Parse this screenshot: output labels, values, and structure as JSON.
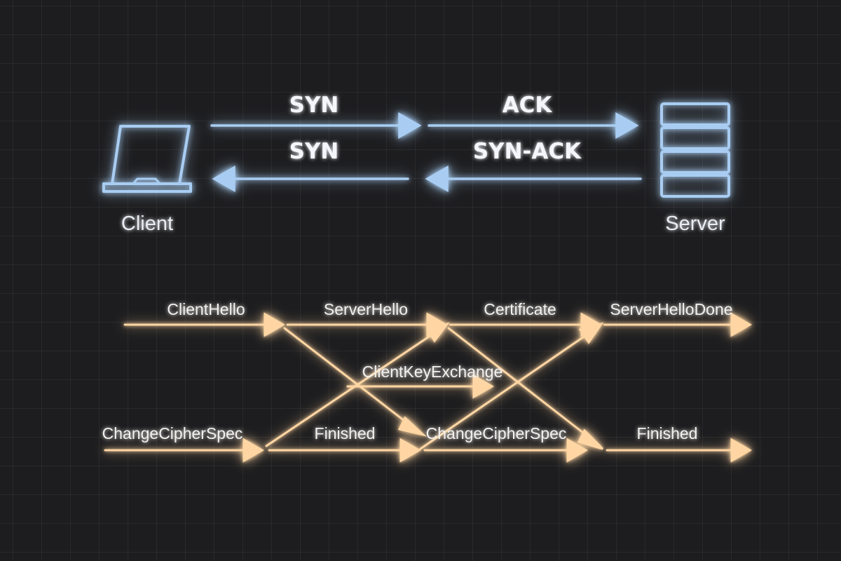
{
  "nodes": {
    "client_label": "Client",
    "server_label": "Server",
    "client_icon": "laptop-icon",
    "server_icon": "server-rack-icon"
  },
  "tcp": {
    "labels": [
      "SYN",
      "ACK",
      "SYN",
      "SYN-ACK"
    ]
  },
  "tls": {
    "labels": [
      "ClientHello",
      "ServerHello",
      "Certificate",
      "ServerHelloDone",
      "ClientKeyExchange",
      "ChangeCipherSpec",
      "Finished",
      "ChangeCipherSpec",
      "Finished"
    ]
  },
  "colors": {
    "background": "#1d1d1f",
    "blue_line": "#a9cdf2",
    "blue_glow": "#4a90e2",
    "orange_line": "#ffd6a3",
    "orange_glow": "#ff9a3c",
    "text": "#f4f6fb"
  }
}
